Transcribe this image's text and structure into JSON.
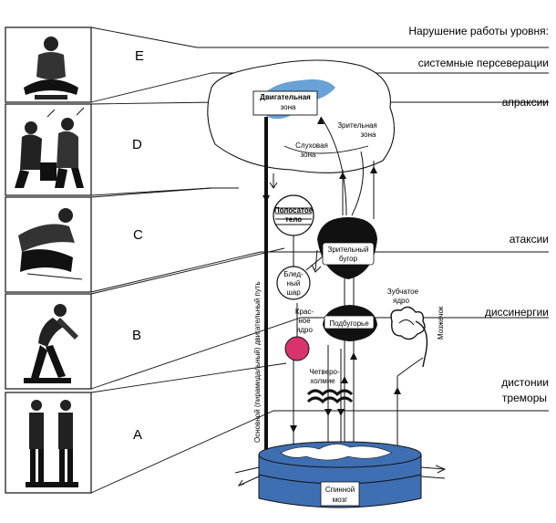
{
  "header": {
    "title": "Нарушение работы уровня:"
  },
  "levels": [
    {
      "letter": "E",
      "disorder": "системные персеверации"
    },
    {
      "letter": "D",
      "disorder": "апраксии"
    },
    {
      "letter": "C",
      "disorder": "атаксии"
    },
    {
      "letter": "B",
      "disorder": "диссинергии"
    },
    {
      "letter": "A",
      "disorder": "дистонии\nтреморы"
    }
  ],
  "structures": {
    "motor_zone": "Двигательная зона",
    "motor_zone_l1": "Двигательная",
    "motor_zone_l2": "зона",
    "visual_zone_l1": "Зрительная",
    "visual_zone_l2": "зона",
    "auditory_zone_l1": "Слуховая",
    "auditory_zone_l2": "зона",
    "striatum_l1": "Полосатое",
    "striatum_l2": "тело",
    "thalamus_l1": "Зрительный",
    "thalamus_l2": "бугор",
    "pallidum_l1": "Блед-",
    "pallidum_l2": "ный",
    "pallidum_l3": "шар",
    "red_nucleus_l1": "Крас-",
    "red_nucleus_l2": "ное",
    "red_nucleus_l3": "ядро",
    "subthalamus": "Подбугорье",
    "dentate_l1": "Зубчатое",
    "dentate_l2": "ядро",
    "cerebellum": "Мозжечок",
    "quadrigemina_l1": "Четверо-",
    "quadrigemina_l2": "холмие",
    "pyramidal_tract": "Основной (пирамидальный) двигательный путь",
    "spinal_cord_l1": "Спинной",
    "spinal_cord_l2": "мозг"
  },
  "colors": {
    "spinal_cord": "#3f6fb3",
    "motor_zone": "#4f92cf",
    "red_nucleus": "#d8336e"
  }
}
